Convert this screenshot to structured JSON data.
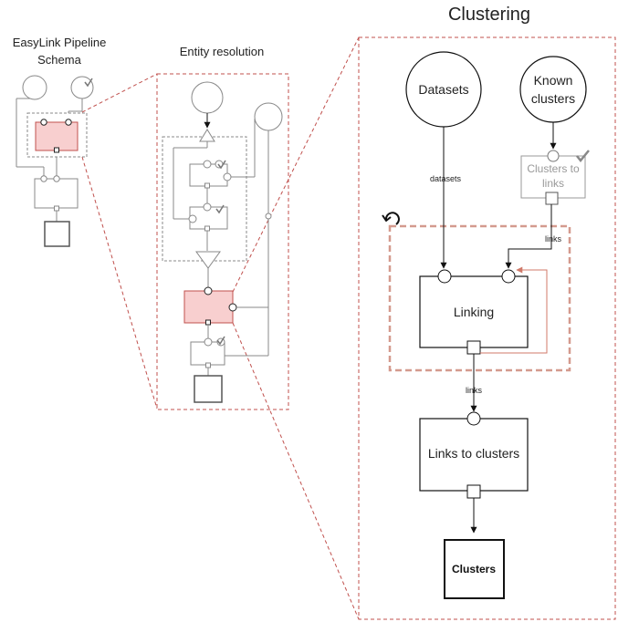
{
  "labels": {
    "main_title": "Clustering",
    "schema_title_line1": "EasyLink Pipeline",
    "schema_title_line2": "Schema",
    "entity_resolution_title": "Entity resolution"
  },
  "clustering": {
    "datasets_node": "Datasets",
    "known_clusters_line1": "Known",
    "known_clusters_line2": "clusters",
    "clusters_to_links_line1": "Clusters to",
    "clusters_to_links_line2": "links",
    "linking_node": "Linking",
    "links_to_clusters_node": "Links to clusters",
    "clusters_output": "Clusters",
    "edge_datasets": "datasets",
    "edge_links_top": "links",
    "edge_links_bottom": "links"
  },
  "icons": {
    "loop": "refresh-icon",
    "optional": "checkmark-icon"
  },
  "colors": {
    "highlight_fill": "#f8cfcf",
    "highlight_stroke": "#c0504d",
    "loop_border": "#d49a8e",
    "zoom_dash": "#c0504d",
    "muted": "#999999"
  }
}
